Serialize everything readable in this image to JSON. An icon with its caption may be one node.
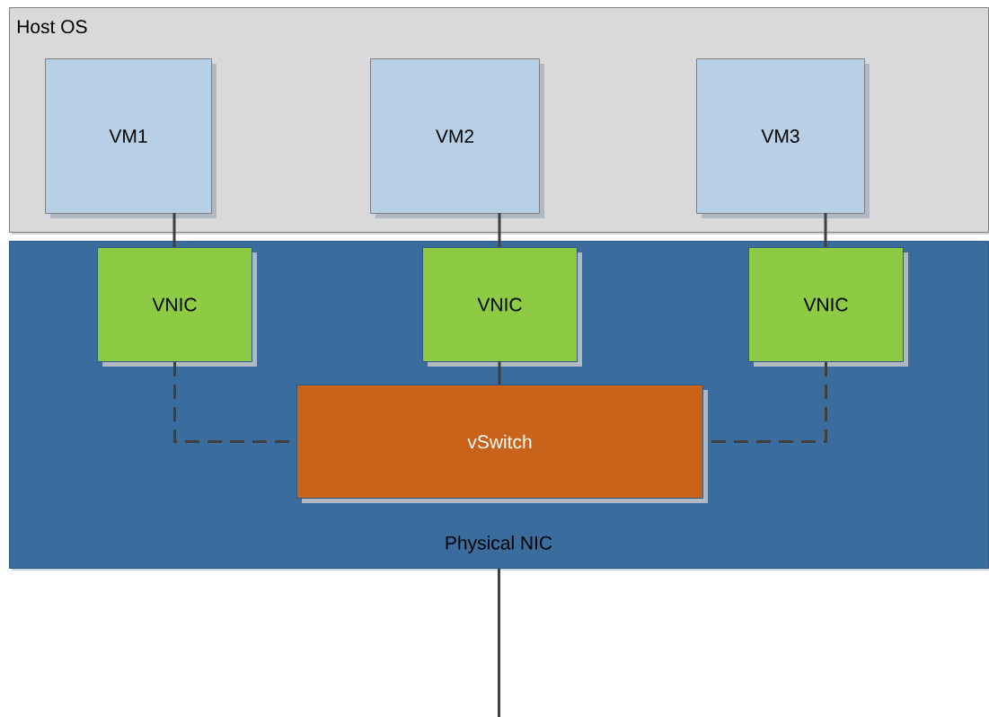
{
  "diagram": {
    "nodes": [
      {
        "text": [
          "Host OS"
        ]
      },
      {
        "text": [
          "VM1"
        ],
        "in": 0
      },
      {
        "text": [
          "VM2"
        ],
        "in": 0
      },
      {
        "text": [
          "VM3"
        ],
        "in": 0
      },
      {
        "text": [
          "Physical NIC"
        ]
      },
      {
        "text": [
          "VNIC"
        ],
        "in": 4
      },
      {
        "text": [
          "VNIC"
        ],
        "in": 4
      },
      {
        "text": [
          "VNIC"
        ],
        "in": 4
      },
      {
        "text": [
          "vSwitch"
        ],
        "in": 4
      }
    ],
    "edges": [
      {
        "from": 1,
        "to": 5,
        "arrow": "none"
      },
      {
        "from": 2,
        "to": 6,
        "arrow": "none"
      },
      {
        "from": 3,
        "to": 7,
        "arrow": "none"
      },
      {
        "from": 5,
        "to": 8,
        "arrow": "none",
        "style": "dashed"
      },
      {
        "from": 6,
        "to": 8,
        "arrow": "none"
      },
      {
        "from": 7,
        "to": 8,
        "arrow": "none",
        "style": "dashed"
      },
      {
        "from": 4,
        "to": null,
        "arrow": "none"
      }
    ]
  }
}
